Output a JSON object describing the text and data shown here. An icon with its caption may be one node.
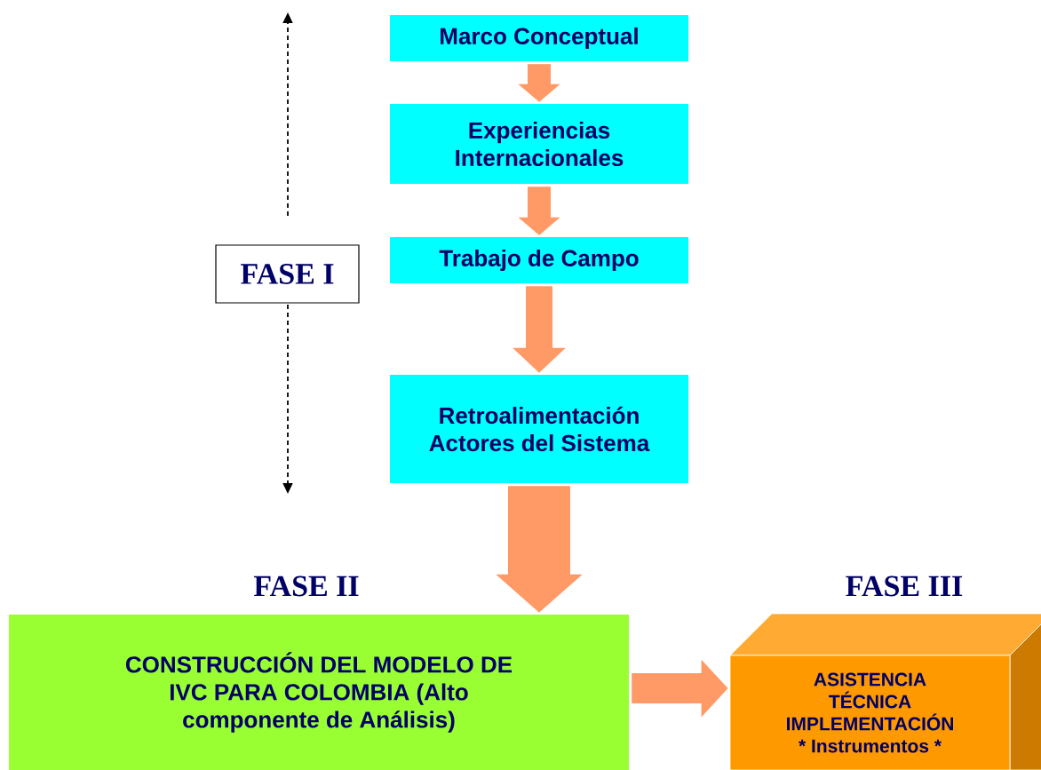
{
  "diagram": {
    "nodes": [
      {
        "text": [
          "Marco Conceptual"
        ]
      },
      {
        "text": [
          "Experiencias Internacionales"
        ]
      },
      {
        "text": [
          "Trabajo de Campo"
        ]
      },
      {
        "text": [
          "Retroalimentación Actores del Sistema"
        ]
      },
      {
        "text": [
          "FASE I"
        ]
      },
      {
        "text": [
          "CONSTRUCCIÓN DEL MODELO DE IVC PARA COLOMBIA (Alto componente de Análisis)"
        ]
      },
      {
        "text": [
          "ASISTENCIA TÉCNICA IMPLEMENTACIÓN * Instrumentos *"
        ]
      }
    ],
    "edges": [
      {
        "from": 0,
        "to": 1,
        "arrow": "to"
      },
      {
        "from": 1,
        "to": 2,
        "arrow": "to"
      },
      {
        "from": 2,
        "to": 3,
        "arrow": "to"
      },
      {
        "from": 3,
        "to": 5,
        "arrow": "to",
        "style": "thick"
      },
      {
        "from": 5,
        "to": 6,
        "arrow": "to"
      }
    ],
    "labels": [
      "FASE II",
      "FASE III"
    ]
  }
}
